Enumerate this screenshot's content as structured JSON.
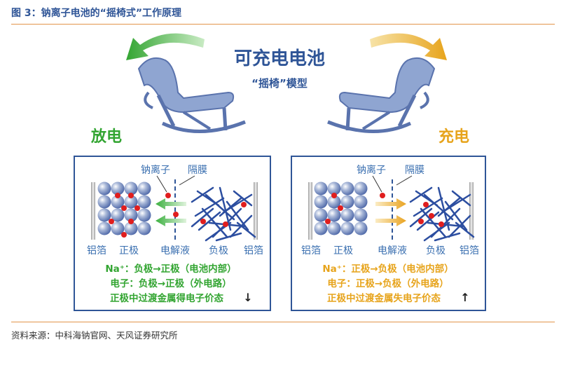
{
  "figure_title": "图 3：钠离子电池的“摇椅式”工作原理",
  "source": "资料来源：中科海钠官网、天风证券研究所",
  "center": {
    "title": "可充电电池",
    "subtitle": "“摇椅”模型"
  },
  "discharge": {
    "heading": "放电",
    "label_ion": "钠离子",
    "label_separator": "隔膜",
    "bottom_labels": [
      "铝箔",
      "正极",
      "电解液",
      "负极",
      "铝箔"
    ],
    "line1": "Na⁺：负极→正极（电池内部）",
    "line2": "电子：负极→正极（外电路）",
    "line3": "正极中过渡金属得电子价态",
    "arrow_glyph": "↓"
  },
  "charge": {
    "heading": "充电",
    "label_ion": "钠离子",
    "label_separator": "隔膜",
    "bottom_labels": [
      "铝箔",
      "正极",
      "电解液",
      "负极",
      "铝箔"
    ],
    "line1": "Na⁺：正极→负极（电池内部）",
    "line2": "电子：正极→负极（外电路）",
    "line3": "正极中过渡金属失电子价态",
    "arrow_glyph": "↑"
  },
  "colors": {
    "title_blue": "#2f5597",
    "discharge_green": "#33a532",
    "charge_orange": "#e7a41c",
    "chair_blue": "#8fa5d1",
    "ion_red": "#e01e1e",
    "box_border": "#2f5597",
    "label_blue": "#3a6fb0"
  }
}
